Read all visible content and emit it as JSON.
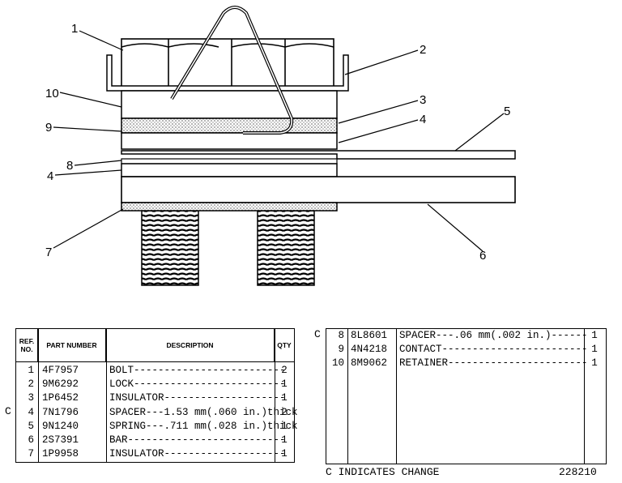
{
  "callouts": [
    "1",
    "2",
    "3",
    "4",
    "5",
    "6",
    "7",
    "8",
    "4",
    "9",
    "10"
  ],
  "table_headers": {
    "ref_no": "REF. NO.",
    "part_number": "PART NUMBER",
    "description": "DESCRIPTION",
    "qty": "QTY"
  },
  "left_rows": [
    {
      "change": "",
      "ref": "1",
      "part": "4F7957",
      "desc": "BOLT-------------------------",
      "qty": "2"
    },
    {
      "change": "",
      "ref": "2",
      "part": "9M6292",
      "desc": "LOCK-------------------------",
      "qty": "1"
    },
    {
      "change": "",
      "ref": "3",
      "part": "1P6452",
      "desc": "INSULATOR--------------------",
      "qty": "1"
    },
    {
      "change": "C",
      "ref": "4",
      "part": "7N1796",
      "desc": "SPACER---1.53 mm(.060 in.)thick",
      "qty": "2"
    },
    {
      "change": "",
      "ref": "5",
      "part": "9N1240",
      "desc": "SPRING---.711 mm(.028 in.)thick",
      "qty": "1"
    },
    {
      "change": "",
      "ref": "6",
      "part": "2S7391",
      "desc": "BAR--------------------------",
      "qty": "1"
    },
    {
      "change": "",
      "ref": "7",
      "part": "1P9958",
      "desc": "INSULATOR--------------------",
      "qty": "1"
    }
  ],
  "right_rows": [
    {
      "change": "C",
      "ref": "8",
      "part": "8L8601",
      "desc": "SPACER---.06 mm(.002 in.)------",
      "qty": "1"
    },
    {
      "change": "",
      "ref": "9",
      "part": "4N4218",
      "desc": "CONTACT------------------------",
      "qty": "1"
    },
    {
      "change": "",
      "ref": "10",
      "part": "8M9062",
      "desc": "RETAINER-----------------------",
      "qty": "1"
    }
  ],
  "footer": {
    "legend": "C INDICATES CHANGE",
    "number": "228210"
  }
}
